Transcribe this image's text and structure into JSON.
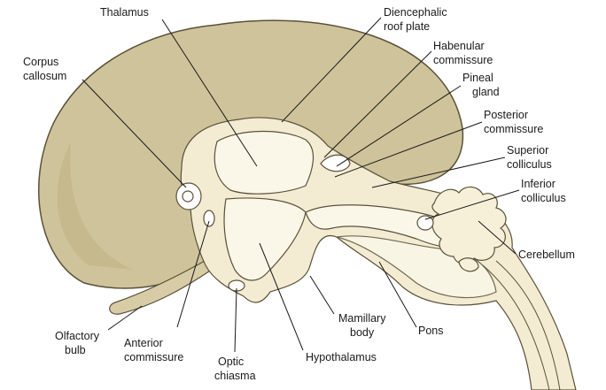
{
  "labels": {
    "thalamus": "Thalamus",
    "diencephalic_roof_plate": [
      "Diencephalic",
      "roof plate"
    ],
    "habenular_commissure": [
      "Habenular",
      "commissure"
    ],
    "pineal_gland": [
      "Pineal",
      "gland"
    ],
    "posterior_commissure": [
      "Posterior",
      "commissure"
    ],
    "superior_colliculus": [
      "Superior",
      "colliculus"
    ],
    "inferior_colliculus": [
      "Inferior",
      "colliculus"
    ],
    "cerebellum": "Cerebellum",
    "corpus_callosum": [
      "Corpus",
      "callosum"
    ],
    "olfactory_bulb": [
      "Olfactory",
      "bulb"
    ],
    "anterior_commissure": [
      "Anterior",
      "commissure"
    ],
    "optic_chiasma": [
      "Optic",
      "chiasma"
    ],
    "hypothalamus": "Hypothalamus",
    "mamillary_body": [
      "Mamillary",
      "body"
    ],
    "pons": "Pons"
  },
  "colors": {
    "hemisphere": "#cfc39b",
    "diencephalon": "#f3ecd3",
    "outline": "#5a5138"
  }
}
